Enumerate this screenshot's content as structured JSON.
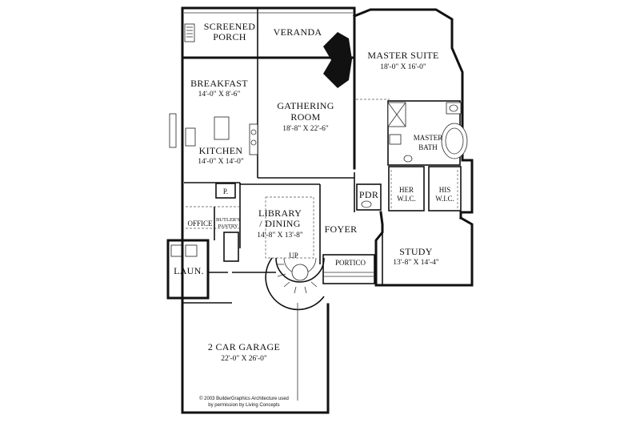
{
  "rooms": {
    "screened_porch": {
      "name_line1": "SCREENED",
      "name_line2": "PORCH"
    },
    "veranda": {
      "name": "VERANDA"
    },
    "master_suite": {
      "name": "MASTER SUITE",
      "dims": "18'-0\" X 16'-0\""
    },
    "breakfast": {
      "name": "BREAKFAST",
      "dims": "14'-0\" X 8'-6\""
    },
    "gathering_room": {
      "name_line1": "GATHERING",
      "name_line2": "ROOM",
      "dims": "18'-8\" X 22'-6\""
    },
    "master_bath": {
      "name_line1": "MASTER",
      "name_line2": "BATH"
    },
    "kitchen": {
      "name": "KITCHEN",
      "dims": "14'-0\" X 14'-0\""
    },
    "pantry": {
      "name": "P."
    },
    "pdr": {
      "name": "PDR"
    },
    "her_wic": {
      "name_line1": "HER",
      "name_line2": "W.I.C."
    },
    "his_wic": {
      "name_line1": "HIS",
      "name_line2": "W.I.C."
    },
    "library_dining": {
      "name_line1": "LIBRARY",
      "name_line2": "/ DINING",
      "dims": "14'-8\" X 13'-8\""
    },
    "office": {
      "name": "OFFICE"
    },
    "butlers_pantry": {
      "name_line1": "BUTLER'S",
      "name_line2": "PANTRY"
    },
    "foyer": {
      "name": "FOYER"
    },
    "study": {
      "name": "STUDY",
      "dims": "13'-8\" X 14'-4\""
    },
    "portico": {
      "name": "PORTICO"
    },
    "laun": {
      "name": "LAUN."
    },
    "garage": {
      "name": "2 CAR GARAGE",
      "dims": "22'-0\" X 26'-0\""
    }
  },
  "stair_label": "UP",
  "credit": {
    "line1": "© 2003 BuilderGraphics Architecture used",
    "line2": "by permission by Living Concepts"
  }
}
